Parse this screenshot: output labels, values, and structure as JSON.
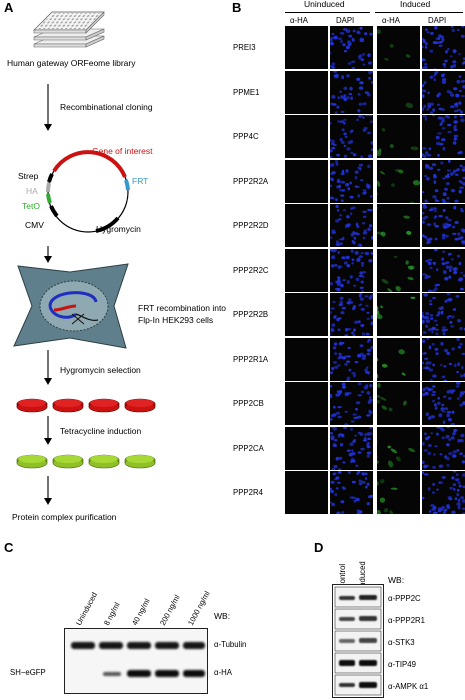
{
  "panels": {
    "a": "A",
    "b": "B",
    "c": "C",
    "d": "D"
  },
  "panel_a": {
    "library_label": "Human gateway ORFeome library",
    "step1": "Recombinational cloning",
    "plasmid": {
      "gene": "Gene of interest",
      "frt": "FRT",
      "strep": "Strep",
      "ha": "HA",
      "teto": "TetO",
      "cmv": "CMV",
      "hygro": "Hygromycin"
    },
    "cell_label_1": "FRT recombination into",
    "cell_label_2": "Flp-In HEK293 cells",
    "step3": "Hygromycin selection",
    "step4": "Tetracycline induction",
    "step5": "Protein complex purification",
    "colors": {
      "red": "#cc1111",
      "green": "#99cc33",
      "blue_frt": "#3399cc",
      "ha_grey": "#aaaaaa",
      "teto_green": "#33aa33"
    }
  },
  "panel_b": {
    "group_uninduced": "Uninduced",
    "group_induced": "Induced",
    "col_ha": "α-HA",
    "col_dapi": "DAPI",
    "genes": [
      "PREI3",
      "PPME1",
      "PPP4C",
      "PPP2R2A",
      "PPP2R2D",
      "PPP2R2C",
      "PPP2R2B",
      "PPP2R1A",
      "PPP2CB",
      "PPP2CA",
      "PPP2R4"
    ],
    "colors": {
      "dapi": "#2233dd",
      "gfp": "#33cc33",
      "bg": "#050505"
    }
  },
  "panel_c": {
    "lanes": [
      "Uninduced",
      "8 ng/ml",
      "40 ng/ml",
      "200 ng/ml",
      "1000 ng/ml"
    ],
    "wb": "WB:",
    "band_labels": [
      "α-Tubulin",
      "α-HA"
    ],
    "side_label": "SH−eGFP"
  },
  "panel_d": {
    "lanes": [
      "Control",
      "Induced"
    ],
    "wb": "WB:",
    "band_labels": [
      "α-PPP2C",
      "α-PPP2R1",
      "α-STK3",
      "α-TIP49",
      "α-AMPK α1"
    ]
  }
}
